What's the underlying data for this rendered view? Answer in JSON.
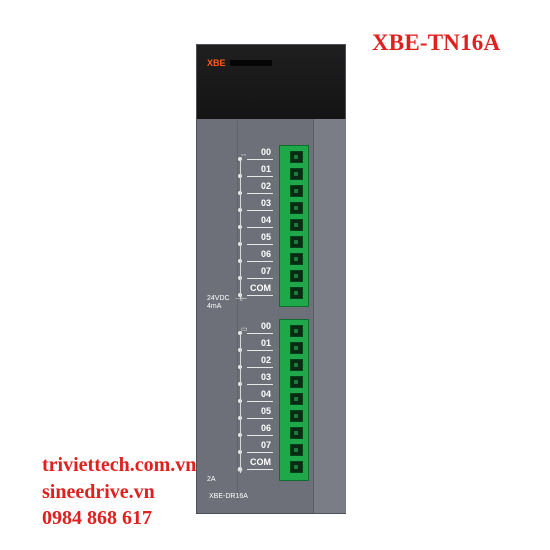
{
  "title": "XBE-TN16A",
  "module": {
    "logo": "XBE",
    "upper_channels": [
      "00",
      "01",
      "02",
      "03",
      "04",
      "05",
      "06",
      "07",
      "COM"
    ],
    "upper_spec": [
      "24VDC",
      "4mA"
    ],
    "lower_channels": [
      "00",
      "01",
      "02",
      "03",
      "04",
      "05",
      "06",
      "07",
      "COM"
    ],
    "lower_spec": [
      "2A"
    ],
    "model_label": "XBE-DR16A"
  },
  "contacts": {
    "website1": "triviettech.com.vn",
    "website2": "sineedrive.vn",
    "phone": "0984 868 617"
  },
  "colors": {
    "brand_red": "#e0201e",
    "terminal_green": "#1ea84a",
    "module_gray": "#6d7078",
    "logo_orange": "#ff5a1f"
  }
}
